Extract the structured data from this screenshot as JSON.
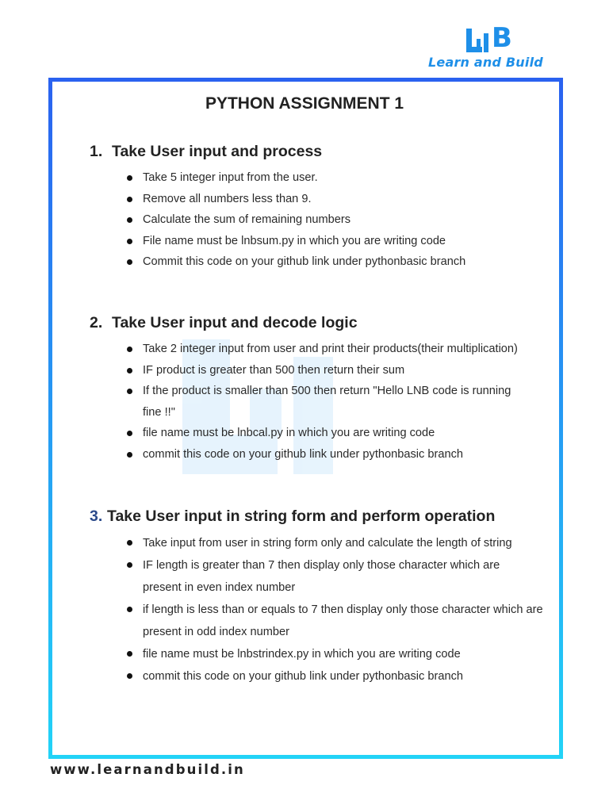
{
  "brand": {
    "mark_text": "B",
    "tagline": "Learn and Build",
    "color": "#1e8fe8",
    "icon": "lnb-logo-icon"
  },
  "title": "PYTHON ASSIGNMENT 1",
  "sections": [
    {
      "number": "1.",
      "heading": "Take User input and process",
      "items": [
        "Take 5 integer input from the user.",
        "Remove all numbers less than 9.",
        "Calculate the sum of remaining numbers",
        "File name must be lnbsum.py in which you are writing code",
        "Commit this code on your github link under pythonbasic branch"
      ]
    },
    {
      "number": "2.",
      "heading": "Take User input and decode logic",
      "items": [
        "Take 2 integer input from user and print their products(their multiplication)",
        "IF product is greater than 500 then return their sum",
        "If the product is smaller than 500 then return \"Hello LNB code is running fine !!\"",
        "file name must be lnbcal.py in which you are writing code",
        "commit this code on your github link under pythonbasic branch"
      ]
    },
    {
      "number": "3.",
      "heading": "Take User input in string form and perform operation",
      "items": [
        "Take input from user in string form only and calculate the length of string",
        "IF length is greater than 7 then display only those character which are present in  even index number",
        "if length is less than or equals to 7 then display only those character which are present in odd index number",
        "file name must be lnbstrindex.py in which you are writing code",
        "commit this code on your github link under pythonbasic branch"
      ]
    }
  ],
  "footer": "www.learnandbuild.in",
  "colors": {
    "frame_top": "#2a62f0",
    "frame_bottom": "#22d3f7",
    "text": "#222222"
  }
}
